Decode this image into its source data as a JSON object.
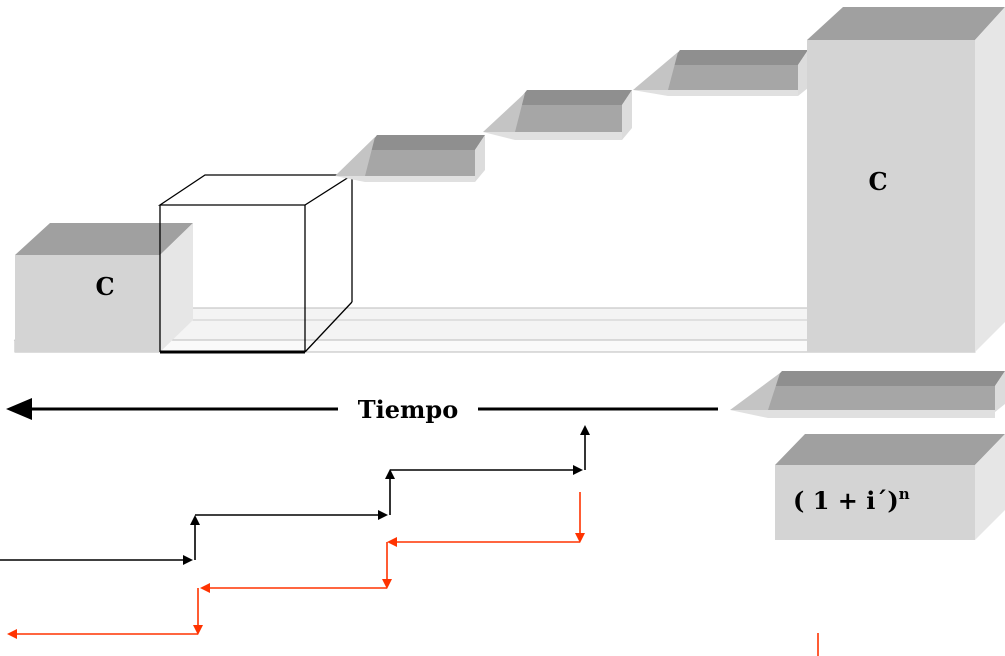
{
  "labels": {
    "box_left": "C",
    "box_right": "C",
    "time_axis": "Tiempo",
    "factor_base": "( 1 + i´)",
    "factor_exp": "n"
  },
  "colors": {
    "block_front": "#d4d4d4",
    "block_top": "#a0a0a0",
    "block_side": "#e6e6e6",
    "forward_steps": "#000000",
    "backward_steps": "#ff3300"
  }
}
